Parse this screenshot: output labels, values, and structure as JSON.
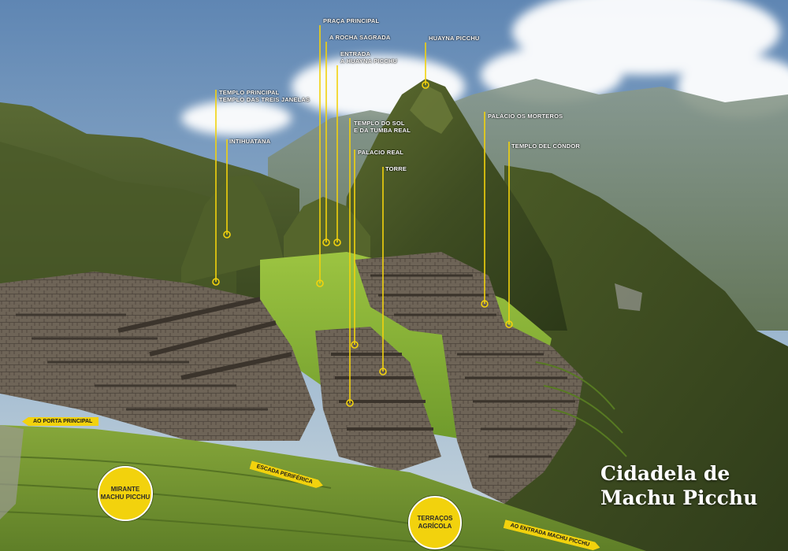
{
  "map": {
    "title": "Cidadela de\nMachu Picchu",
    "colors": {
      "leader": "#f2d20d",
      "badge": "#f2d20d",
      "label_text": "#ffffff",
      "sky": "#7f9fbf",
      "grass": "#8fb63a",
      "stone": "#6b6153"
    },
    "labels": {
      "praca_principal": "PRAÇA PRINCIPAL",
      "rocha_sagrada": "A ROCHA SAGRADA",
      "entrada_huayna_1": "ENTRADA",
      "entrada_huayna_2": "A HUAYNA PICCHU",
      "huayna_picchu": "HUAYNA PICCHU",
      "templo_principal_1": "TEMPLO PRINCIPAL",
      "templo_principal_2": "TEMPLO DAS TREIS JANELAS",
      "intihuatana": "INTIHUATANA",
      "templo_sol_1": "TEMPLO DO SOL",
      "templo_sol_2": "E DA TUMBA REAL",
      "palacio_real": "PALACIO REAL",
      "torre": "TORRE",
      "palacio_morteros": "PALÁCIO OS MORTEROS",
      "templo_condor": "TEMPLO DEL CÓNDOR"
    },
    "arrows": {
      "porta_principal": "AO PORTA PRINCIPAL",
      "escada_periferica": "ESCADA PERIFÉRICA",
      "entrada_machu": "AO ENTRADA MACHU PICCHU"
    },
    "badges": {
      "mirante": "MIRANTE\nMACHU PICCHU",
      "terracos": "TERRAÇOS\nAGRÍCOLA"
    }
  }
}
